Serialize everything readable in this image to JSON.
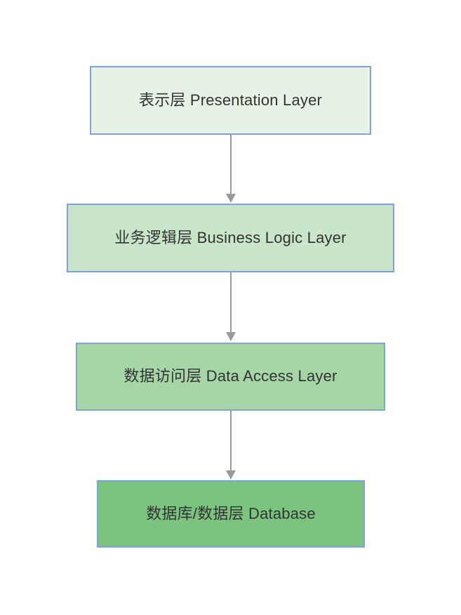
{
  "diagram": {
    "type": "flowchart",
    "orientation": "top-to-bottom",
    "background_color": "#ffffff",
    "node_border_color": "#7fa3d6",
    "connector_color": "#9a9a9a",
    "text_color": "#333333",
    "nodes": [
      {
        "id": "presentation",
        "label": "表示层 Presentation Layer",
        "fill": "#e6f2e6"
      },
      {
        "id": "business",
        "label": "业务逻辑层 Business Logic Layer",
        "fill": "#c9e5c9"
      },
      {
        "id": "data-access",
        "label": "数据访问层 Data Access Layer",
        "fill": "#a6d6a7"
      },
      {
        "id": "database",
        "label": "数据库/数据层 Database",
        "fill": "#7bc47f"
      }
    ],
    "edges": [
      {
        "id": "edge-1",
        "from": "presentation",
        "to": "business",
        "label": ""
      },
      {
        "id": "edge-2",
        "from": "business",
        "to": "data-access",
        "label": ""
      },
      {
        "id": "edge-3",
        "from": "data-access",
        "to": "database",
        "label": ""
      }
    ]
  }
}
